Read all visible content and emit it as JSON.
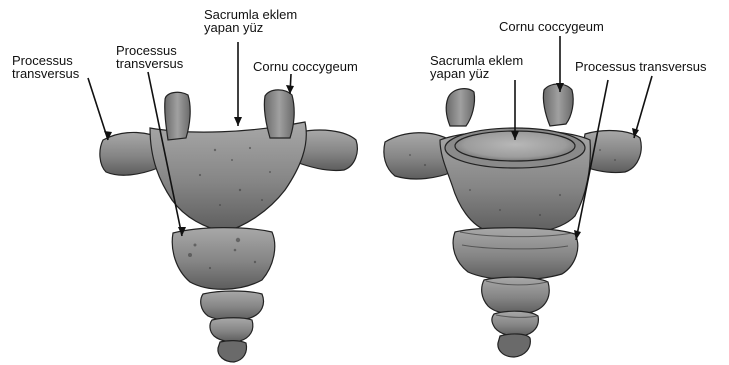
{
  "colors": {
    "background": "#ffffff",
    "bone_light": "#9a9a9a",
    "bone_mid": "#7c7c7c",
    "bone_dark": "#4a4a4a",
    "outline": "#222222",
    "leader": "#111111",
    "text": "#111111"
  },
  "left_view": {
    "processus_transversus_outer": {
      "line1": "Processus",
      "line2": "transversus"
    },
    "processus_transversus_inner": {
      "line1": "Processus",
      "line2": "transversus"
    },
    "sacrumla_eklem": {
      "line1": "Sacrumla eklem",
      "line2": "yapan yüz"
    },
    "cornu_coccygeum": "Cornu coccygeum"
  },
  "right_view": {
    "cornu_coccygeum": "Cornu coccygeum",
    "sacrumla_eklem": {
      "line1": "Sacrumla eklem",
      "line2": "yapan yüz"
    },
    "processus_transversus": "Processus transversus"
  }
}
